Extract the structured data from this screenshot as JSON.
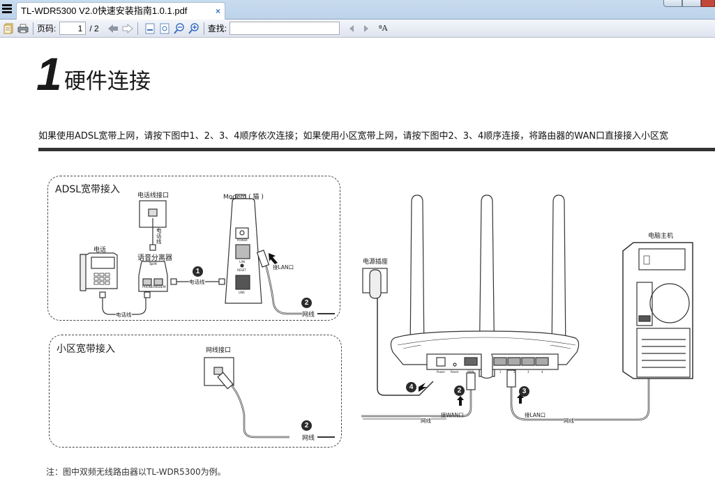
{
  "window": {
    "tab_title": "TL-WDR5300  V2.0快速安装指南1.0.1.pdf",
    "tab_close": "×"
  },
  "toolbar": {
    "page_label": "页码:",
    "current_page": "1",
    "total_pages": "/ 2",
    "find_label": "查找:",
    "find_value": "",
    "font_toggle": "ªA",
    "icons": [
      "open-file-icon",
      "print-icon",
      "prev-page-icon",
      "next-page-icon",
      "fit-width-icon",
      "fit-page-icon",
      "zoom-out-icon",
      "zoom-in-icon",
      "find-prev-icon",
      "find-next-icon",
      "text-case-icon"
    ]
  },
  "document": {
    "section_number": "1",
    "section_title": "硬件连接",
    "intro": "如果使用ADSL宽带上网，请按下图中1、2、3、4顺序依次连接；如果使用小区宽带上网，请按下图中2、3、4顺序连接，将路由器的WAN口直接接入小区宽",
    "adsl_panel": {
      "title": "ADSL宽带接入",
      "phone_jack": "电话线接口",
      "phone_line_vertical": "电话线",
      "phone": "电话",
      "splitter": "语音分离器",
      "splitter_brand": "Split",
      "splitter_port_phone": "PHONE",
      "splitter_port_modem": "MODEM",
      "phone_cable": "电话线",
      "phone_cable_2": "电话线",
      "modem": "Modem ( 猫 )",
      "modem_power": "POWER",
      "modem_lan": "LAN",
      "modem_reset": "RESET",
      "modem_line": "LINE",
      "to_lan": "接LAN口",
      "step1": "1",
      "step2": "2",
      "net_cable": "网线"
    },
    "community_panel": {
      "title": "小区宽带接入",
      "net_jack": "网线接口",
      "step2": "2",
      "net_cable": "网线"
    },
    "router_area": {
      "power_socket": "电源插座",
      "computer": "电脑主机",
      "port_power": "Power",
      "port_reset": "Reset",
      "port_wan": "WAN",
      "lan_ports": [
        "1",
        "2",
        "3",
        "4"
      ],
      "step2": "2",
      "step3": "3",
      "step4": "4",
      "to_wan": "接WAN口",
      "to_lan": "接LAN口",
      "net_cable_left": "网线",
      "net_cable_right": "网线"
    },
    "footnote": "注：图中双频无线路由器以TL-WDR5300为例。"
  }
}
